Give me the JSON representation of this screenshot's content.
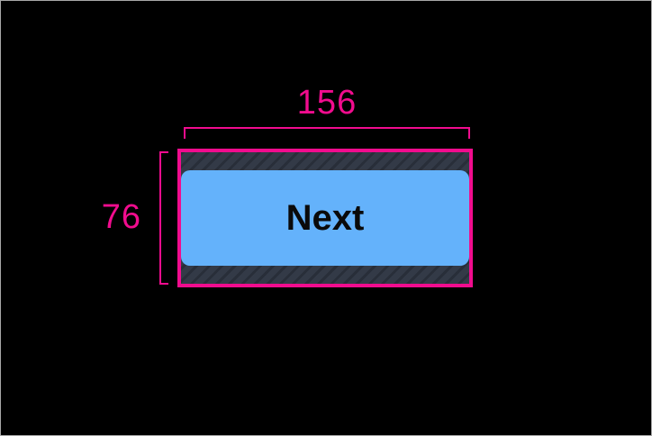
{
  "overlay": {
    "width_label": "156",
    "height_label": "76"
  },
  "button": {
    "label": "Next"
  },
  "icons": {},
  "colors": {
    "background": "#000000",
    "frame_border": "#a8a8a8",
    "guide_pink": "#F10C8E",
    "button_blue": "#64B2FB",
    "button_text": "#0a0a0a",
    "hatch_base": "#333A47",
    "hatch_line": "#282E39"
  }
}
